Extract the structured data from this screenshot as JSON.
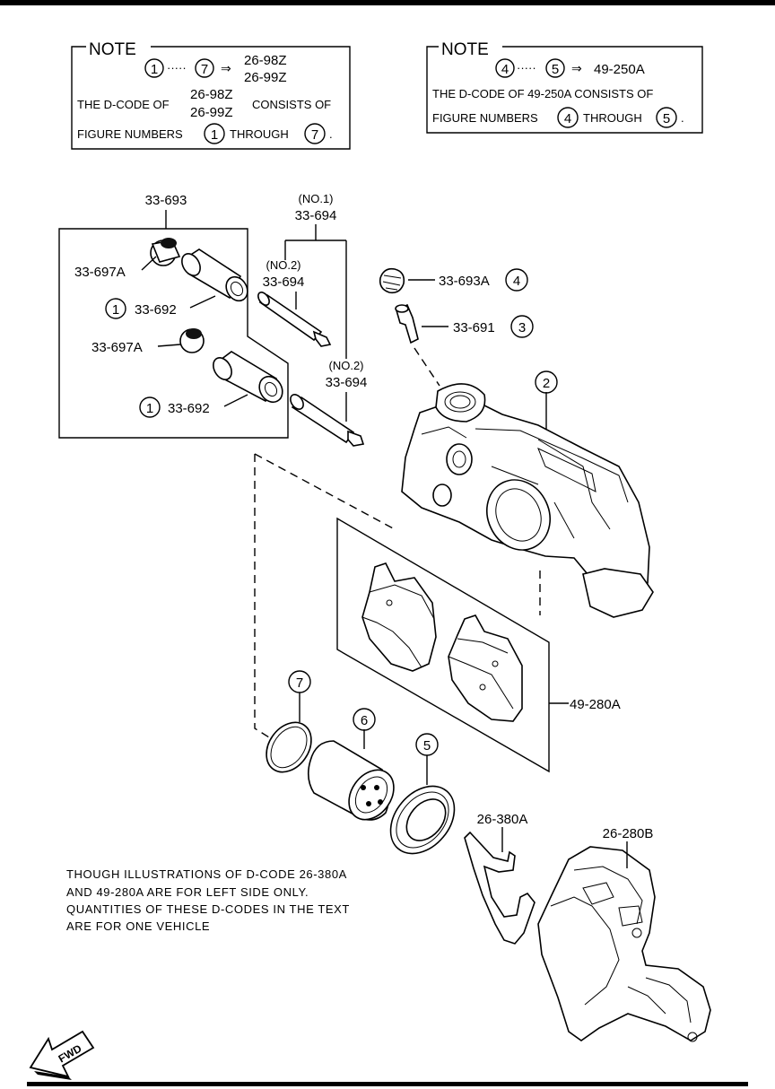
{
  "note1": {
    "heading": "NOTE",
    "range_from": "1",
    "range_to": "7",
    "dots": "·····",
    "arrow": "⇒",
    "code_a": "26-98Z",
    "code_b": "26-99Z",
    "line2_pre": "THE D-CODE OF",
    "line2_post": "CONSISTS OF",
    "line3_pre": "FIGURE NUMBERS",
    "line3_mid": "THROUGH",
    "line3_end": ".",
    "num_a": "1",
    "num_b": "7"
  },
  "note2": {
    "heading": "NOTE",
    "range_from": "4",
    "range_to": "5",
    "dots": "·····",
    "arrow": "⇒",
    "code": "49-250A",
    "line2": "THE D-CODE OF 49-250A CONSISTS OF",
    "line3_pre": "FIGURE NUMBERS",
    "line3_mid": "THROUGH",
    "line3_end": ".",
    "num_a": "4",
    "num_b": "5"
  },
  "labels": {
    "l33_693": "33-693",
    "l33_697a_1": "33-697A",
    "l33_697a_2": "33-697A",
    "l33_692_1": "33-692",
    "l33_692_2": "33-692",
    "no1": "(NO.1)",
    "l33_694_top": "33-694",
    "no2_a": "(NO.2)",
    "l33_694_a": "33-694",
    "no2_b": "(NO.2)",
    "l33_694_b": "33-694",
    "l33_693a": "33-693A",
    "l33_691": "33-691",
    "l49_280a": "49-280A",
    "l26_380a": "26-380A",
    "l26_280b": "26-280B",
    "fwd": "FWD"
  },
  "callouts": {
    "c1a": "1",
    "c1b": "1",
    "c2": "2",
    "c3": "3",
    "c4": "4",
    "c5": "5",
    "c6": "6",
    "c7": "7"
  },
  "footnote": [
    "THOUGH ILLUSTRATIONS OF D-CODE 26-380A",
    "AND 49-280A ARE FOR LEFT SIDE ONLY.",
    "QUANTITIES OF THESE D-CODES IN THE TEXT",
    "ARE FOR ONE VEHICLE"
  ]
}
